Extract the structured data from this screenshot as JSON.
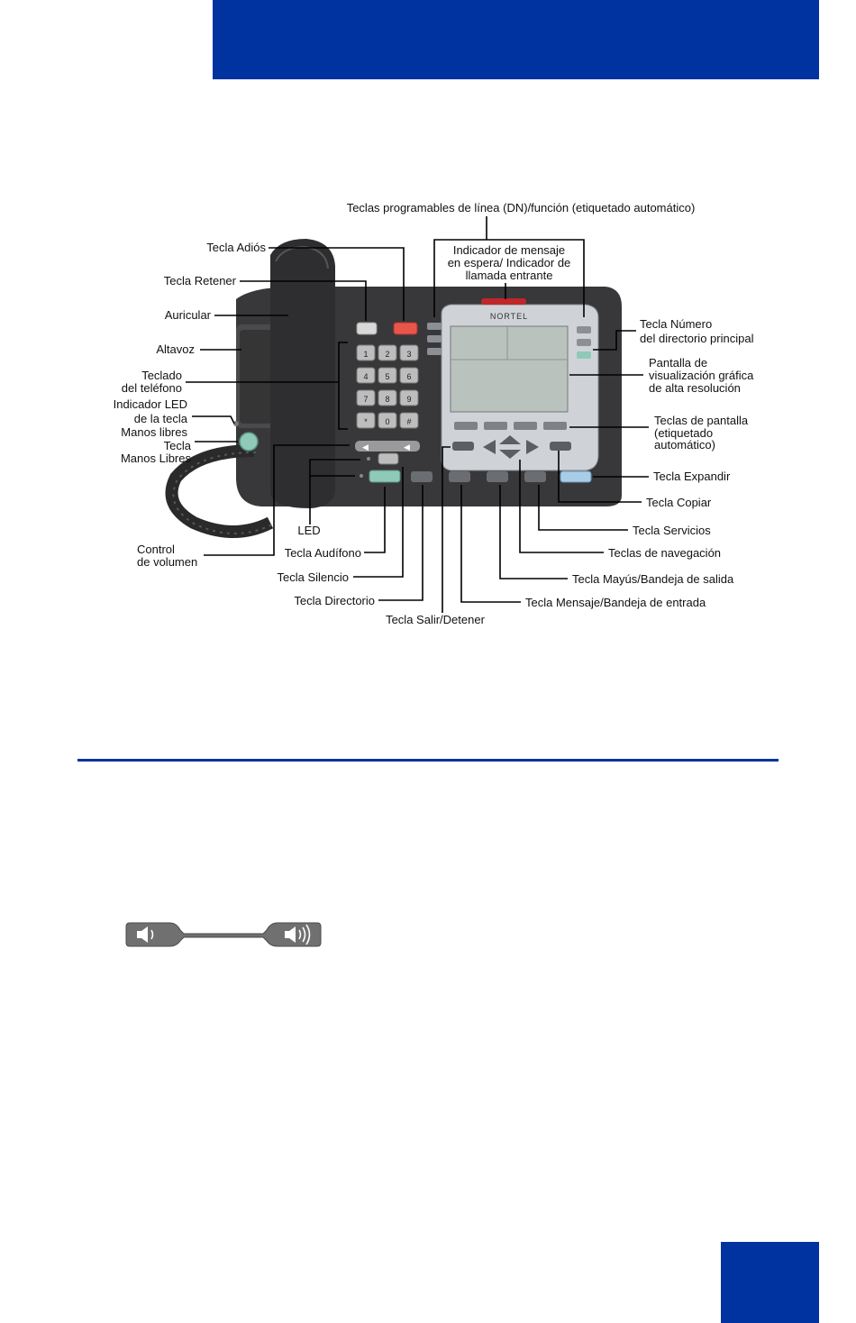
{
  "labels": {
    "teclas_programables": "Teclas programables de línea (DN)/función (etiquetado automático)",
    "indicador_mensaje": [
      "Indicador de mensaje",
      "en espera/ Indicador de",
      "llamada entrante"
    ],
    "tecla_adios": "Tecla Adiós",
    "tecla_retener": "Tecla Retener",
    "auricular": "Auricular",
    "altavoz": "Altavoz",
    "teclado": [
      "Teclado",
      "del teléfono"
    ],
    "indicador_led": [
      "Indicador LED",
      "de la tecla",
      "Manos libres"
    ],
    "tecla_manos_libres": [
      "Tecla",
      "Manos Libres"
    ],
    "led": "LED",
    "control_volumen": [
      "Control",
      "de volumen"
    ],
    "tecla_audifono": "Tecla Audífono",
    "tecla_silencio": "Tecla Silencio",
    "tecla_directorio": "Tecla Directorio",
    "tecla_salir": "Tecla Salir/Detener",
    "tecla_numero": [
      "Tecla Número",
      "del directorio principal"
    ],
    "pantalla": [
      "Pantalla de",
      "visualización gráfica",
      "de alta resolución"
    ],
    "teclas_pantalla": [
      "Teclas de pantalla",
      "(etiquetado",
      "automático)"
    ],
    "tecla_expandir": "Tecla Expandir",
    "tecla_copiar": "Tecla Copiar",
    "tecla_servicios": "Tecla Servicios",
    "teclas_navegacion": "Teclas de navegación",
    "tecla_mayus": "Tecla Mayús/Bandeja de salida",
    "tecla_mensaje": "Tecla Mensaje/Bandeja de entrada"
  },
  "phone": {
    "brand": "NORTEL",
    "keypad": [
      "1",
      "2",
      "3",
      "4",
      "5",
      "6",
      "7",
      "8",
      "9",
      "*",
      "0",
      "#"
    ]
  },
  "colors": {
    "brand_blue": "#0033a0",
    "goodbye_key": "#e8564a",
    "handsfree_key": "#8fc9b8",
    "expand_key": "#a9cde8"
  }
}
